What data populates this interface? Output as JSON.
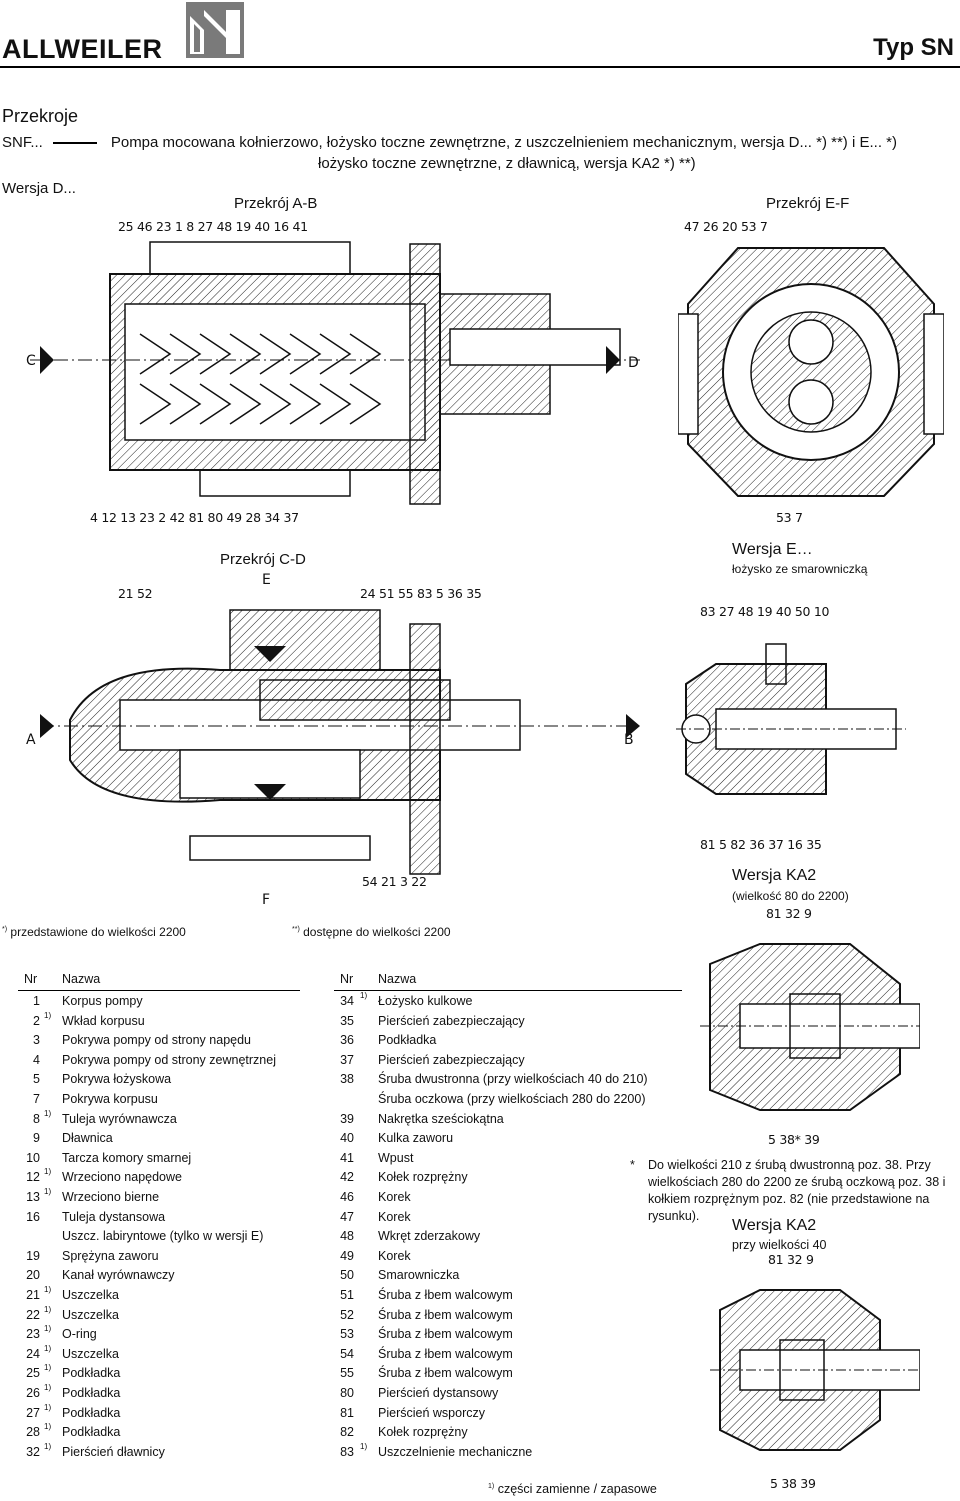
{
  "header": {
    "brand": "ALLWEILER",
    "type_label": "Typ SN"
  },
  "section": {
    "title": "Przekroje",
    "line1_prefix": "SNF...",
    "line1_text": "Pompa mocowana kołnierzowo, łożysko toczne zewnętrzne, z uszczelnieniem mechanicznym, wersja D... *) **) i E... *)",
    "line2_text": "łożysko toczne zewnętrzne, z dławnicą, wersja KA2 *) **)",
    "version_d": "Wersja D..."
  },
  "drawings": {
    "ab": {
      "title": "Przekrój A-B",
      "top_numbers": "25  46       23                          1      8   27   48   19   40   16   41",
      "bottom_numbers": "4   12   13   23   2                                        42  81   80  49   28   34  37",
      "marker_left": "C",
      "marker_right": "D"
    },
    "ef": {
      "title": "Przekrój E-F",
      "top_numbers": "47  26   20         53     7",
      "bottom_numbers": "53    7"
    },
    "cd": {
      "title": "Przekrój C-D",
      "top_left_numbers": "21  52",
      "top_right_numbers": "24  51  55  83   5    36   35",
      "bottom_numbers": "54   21    3    22",
      "marker_top": "E",
      "marker_bottom": "F",
      "marker_left": "A",
      "marker_right": "B"
    },
    "wersja_e": {
      "title": "Wersja E…",
      "subtitle": "łożysko ze smarowniczką",
      "top_numbers": "83  27   48   19   40   50   10",
      "bottom_numbers": "81    5    82   36   37   16   35"
    },
    "ka2_big": {
      "title": "Wersja KA2",
      "subtitle": "(wielkość 80 do 2200)",
      "top_numbers": "81  32   9",
      "bottom_numbers": "5    38*  39"
    },
    "ka2_small": {
      "title": "Wersja KA2",
      "subtitle": "przy wielkości 40",
      "top_numbers": "81   32   9",
      "bottom_numbers": "5   38   39"
    }
  },
  "footnotes": {
    "single_mark": "*)",
    "single": "przedstawione do wielkości 2200",
    "double_mark": "**)",
    "double": "dostępne do wielkości 2200",
    "star_mark": "*",
    "star": "Do wielkości 210 z śrubą dwustronną poz. 38. Przy wielkościach 280 do 2200 ze śrubą oczkową poz. 38 i kołkiem rozprężnym poz. 82 (nie przedstawione na rysunku).",
    "parts_mark": "1)",
    "parts": "części zamienne / zapasowe"
  },
  "table": {
    "col_nr": "Nr",
    "col_name": "Nazwa",
    "left": [
      {
        "nr": "1",
        "sup": "",
        "name": "Korpus pompy"
      },
      {
        "nr": "2",
        "sup": "1)",
        "name": "Wkład korpusu"
      },
      {
        "nr": "3",
        "sup": "",
        "name": "Pokrywa pompy od strony napędu"
      },
      {
        "nr": "4",
        "sup": "",
        "name": "Pokrywa pompy od strony zewnętrznej"
      },
      {
        "nr": "5",
        "sup": "",
        "name": "Pokrywa łożyskowa"
      },
      {
        "nr": "7",
        "sup": "",
        "name": "Pokrywa korpusu"
      },
      {
        "nr": "8",
        "sup": "1)",
        "name": "Tuleja wyrównawcza"
      },
      {
        "nr": "9",
        "sup": "",
        "name": "Dławnica"
      },
      {
        "nr": "10",
        "sup": "",
        "name": "Tarcza komory smarnej"
      },
      {
        "nr": "12",
        "sup": "1)",
        "name": "Wrzeciono napędowe"
      },
      {
        "nr": "13",
        "sup": "1)",
        "name": "Wrzeciono bierne"
      },
      {
        "nr": "16",
        "sup": "",
        "name": "Tuleja dystansowa"
      },
      {
        "nr": "",
        "sup": "",
        "name": "Uszcz. labiryntowe (tylko w wersji E)"
      },
      {
        "nr": "19",
        "sup": "",
        "name": "Sprężyna zaworu"
      },
      {
        "nr": "20",
        "sup": "",
        "name": "Kanał wyrównawczy"
      },
      {
        "nr": "21",
        "sup": "1)",
        "name": "Uszczelka"
      },
      {
        "nr": "22",
        "sup": "1)",
        "name": "Uszczelka"
      },
      {
        "nr": "23",
        "sup": "1)",
        "name": "O-ring"
      },
      {
        "nr": "24",
        "sup": "1)",
        "name": "Uszczelka"
      },
      {
        "nr": "25",
        "sup": "1)",
        "name": "Podkładka"
      },
      {
        "nr": "26",
        "sup": "1)",
        "name": "Podkładka"
      },
      {
        "nr": "27",
        "sup": "1)",
        "name": "Podkładka"
      },
      {
        "nr": "28",
        "sup": "1)",
        "name": "Podkładka"
      },
      {
        "nr": "32",
        "sup": "1)",
        "name": "Pierścień dławnicy"
      }
    ],
    "right": [
      {
        "nr": "34",
        "sup": "1)",
        "name": "Łożysko kulkowe"
      },
      {
        "nr": "35",
        "sup": "",
        "name": "Pierścień zabezpieczający"
      },
      {
        "nr": "36",
        "sup": "",
        "name": "Podkładka"
      },
      {
        "nr": "37",
        "sup": "",
        "name": "Pierścień zabezpieczający"
      },
      {
        "nr": "38",
        "sup": "",
        "name": "Śruba dwustronna (przy wielkościach 40 do 210)"
      },
      {
        "nr": "",
        "sup": "",
        "name": "Śruba oczkowa (przy wielkościach 280 do 2200)"
      },
      {
        "nr": "39",
        "sup": "",
        "name": "Nakrętka sześciokątna"
      },
      {
        "nr": "40",
        "sup": "",
        "name": "Kulka zaworu"
      },
      {
        "nr": "41",
        "sup": "",
        "name": "Wpust"
      },
      {
        "nr": "42",
        "sup": "",
        "name": "Kołek rozprężny"
      },
      {
        "nr": "46",
        "sup": "",
        "name": "Korek"
      },
      {
        "nr": "47",
        "sup": "",
        "name": "Korek"
      },
      {
        "nr": "48",
        "sup": "",
        "name": "Wkręt zderzakowy"
      },
      {
        "nr": "49",
        "sup": "",
        "name": "Korek"
      },
      {
        "nr": "50",
        "sup": "",
        "name": "Smarowniczka"
      },
      {
        "nr": "51",
        "sup": "",
        "name": "Śruba z łbem walcowym"
      },
      {
        "nr": "52",
        "sup": "",
        "name": "Śruba z łbem walcowym"
      },
      {
        "nr": "53",
        "sup": "",
        "name": "Śruba z łbem walcowym"
      },
      {
        "nr": "54",
        "sup": "",
        "name": "Śruba z łbem walcowym"
      },
      {
        "nr": "55",
        "sup": "",
        "name": "Śruba z łbem walcowym"
      },
      {
        "nr": "80",
        "sup": "",
        "name": "Pierścień dystansowy"
      },
      {
        "nr": "81",
        "sup": "",
        "name": "Pierścień wsporczy"
      },
      {
        "nr": "82",
        "sup": "",
        "name": "Kołek rozprężny"
      },
      {
        "nr": "83",
        "sup": "1)",
        "name": "Uszczelnienie mechaniczne"
      }
    ]
  }
}
